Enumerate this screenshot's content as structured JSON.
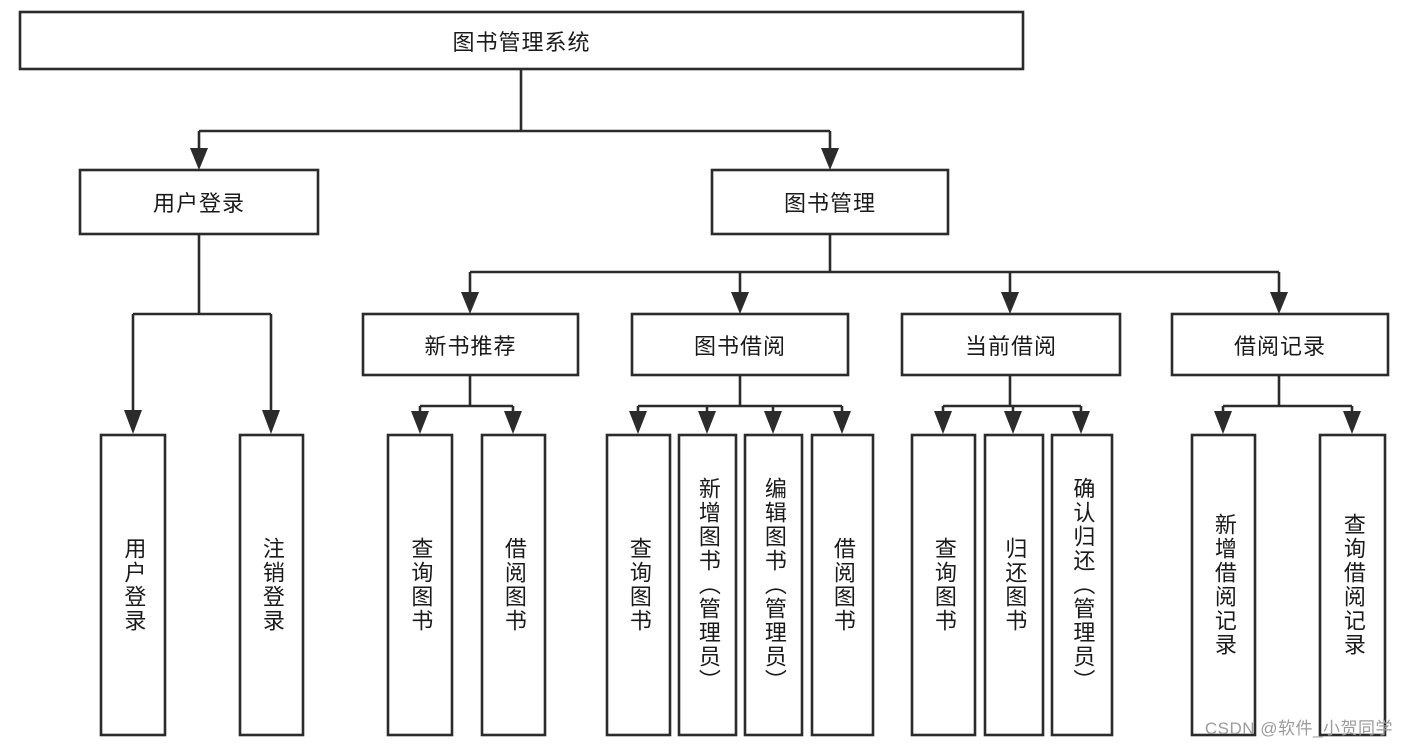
{
  "diagram": {
    "type": "tree-flowchart",
    "title": "图书管理系统",
    "root": {
      "id": "root",
      "label": "图书管理系统",
      "orientation": "horizontal"
    },
    "level2": [
      {
        "id": "user-login",
        "label": "用户登录",
        "orientation": "horizontal"
      },
      {
        "id": "book-manage",
        "label": "图书管理",
        "orientation": "horizontal"
      }
    ],
    "level3": [
      {
        "id": "new-book-recommend",
        "label": "新书推荐",
        "orientation": "horizontal",
        "parent": "book-manage"
      },
      {
        "id": "book-borrow",
        "label": "图书借阅",
        "orientation": "horizontal",
        "parent": "book-manage"
      },
      {
        "id": "current-borrow",
        "label": "当前借阅",
        "orientation": "horizontal",
        "parent": "book-manage"
      },
      {
        "id": "borrow-record",
        "label": "借阅记录",
        "orientation": "horizontal",
        "parent": "book-manage"
      }
    ],
    "leaves": [
      {
        "id": "leaf-user-login",
        "label": "用户登录",
        "orientation": "vertical",
        "parent": "user-login"
      },
      {
        "id": "leaf-logout-login",
        "label": "注销登录",
        "orientation": "vertical",
        "parent": "user-login"
      },
      {
        "id": "leaf-query-book-1",
        "label": "查询图书",
        "orientation": "vertical",
        "parent": "new-book-recommend"
      },
      {
        "id": "leaf-borrow-book-1",
        "label": "借阅图书",
        "orientation": "vertical",
        "parent": "new-book-recommend"
      },
      {
        "id": "leaf-query-book-2",
        "label": "查询图书",
        "orientation": "vertical",
        "parent": "book-borrow"
      },
      {
        "id": "leaf-add-book",
        "label": "新增图书（管理员）",
        "orientation": "vertical",
        "parent": "book-borrow"
      },
      {
        "id": "leaf-edit-book",
        "label": "编辑图书（管理员）",
        "orientation": "vertical",
        "parent": "book-borrow"
      },
      {
        "id": "leaf-borrow-book-2",
        "label": "借阅图书",
        "orientation": "vertical",
        "parent": "book-borrow"
      },
      {
        "id": "leaf-query-book-3",
        "label": "查询图书",
        "orientation": "vertical",
        "parent": "current-borrow"
      },
      {
        "id": "leaf-return-book",
        "label": "归还图书",
        "orientation": "vertical",
        "parent": "current-borrow"
      },
      {
        "id": "leaf-confirm-return",
        "label": "确认归还（管理员）",
        "orientation": "vertical",
        "parent": "current-borrow"
      },
      {
        "id": "leaf-add-record",
        "label": "新增借阅记录",
        "orientation": "vertical",
        "parent": "borrow-record"
      },
      {
        "id": "leaf-query-record",
        "label": "查询借阅记录",
        "orientation": "vertical",
        "parent": "borrow-record"
      }
    ],
    "colors": {
      "box_stroke": "#2b2b2b",
      "box_fill": "#ffffff",
      "text": "#1a1a1a",
      "connector": "#2b2b2b",
      "background": "#ffffff",
      "watermark": "#9b9b9b"
    }
  },
  "watermark": {
    "text": "CSDN @软件_小贺同学"
  }
}
